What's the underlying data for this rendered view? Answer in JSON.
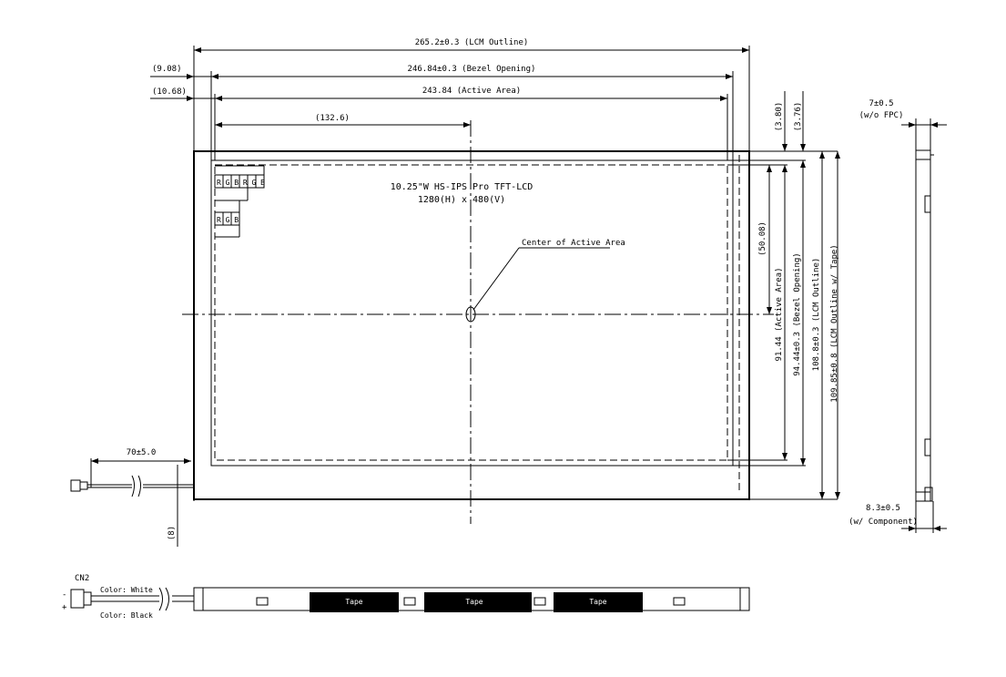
{
  "dims": {
    "lcm_outline_w": "265.2±0.3 (LCM Outline)",
    "bezel_w": "246.84±0.3 (Bezel Opening)",
    "active_w": "243.84 (Active Area)",
    "offset_908": "(9.08)",
    "offset_1068": "(10.68)",
    "center_x": "(132.6)",
    "top_offset_1": "(3.80)",
    "top_offset_2": "(3.76)",
    "center_y": "(50.08)",
    "active_h": "91.44 (Active Area)",
    "bezel_h": "94.44±0.3 (Bezel Opening)",
    "lcm_h": "108.8±0.3 (LCM Outline)",
    "lcm_h_tape": "109.85±0.8 (LCM Outline w/ Tape)",
    "cable_len": "70±5.0",
    "cable_offset": "(8)",
    "thickness_fpc": "7±0.5",
    "thickness_fpc_note": "(w/o FPC)",
    "thickness_comp": "8.3±0.5",
    "thickness_comp_note": "(w/ Component)"
  },
  "panel": {
    "line1": "10.25\"W HS-IPS Pro TFT-LCD",
    "line2": "1280(H) x 480(V)",
    "center_label": "Center of Active Area",
    "pixel_rgb1": "R G B R G B",
    "pixel_rgb2": "R G B"
  },
  "side": {
    "connector": "CN2",
    "wire_white": "Color: White",
    "wire_black": "Color: Black",
    "minus": "-",
    "plus": "+",
    "tape": "Tape"
  }
}
